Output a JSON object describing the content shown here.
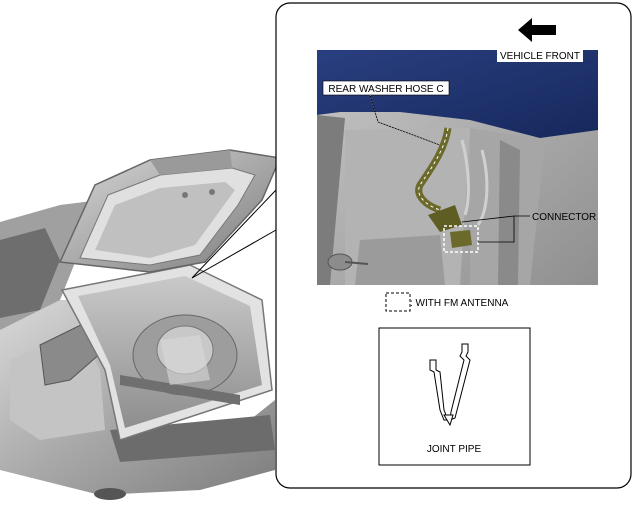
{
  "callout": {
    "vehicle_front_label": "VEHICLE FRONT",
    "hose_label": "REAR WASHER HOSE C",
    "connector_label": "CONNECTOR",
    "legend_label": ": WITH FM ANTENNA"
  },
  "inset": {
    "joint_pipe_label": "JOINT PIPE"
  },
  "colors": {
    "body_blue": "#1f3470",
    "hose_olive": "#6b6a2a",
    "car_gray": "#b8b8b8"
  }
}
